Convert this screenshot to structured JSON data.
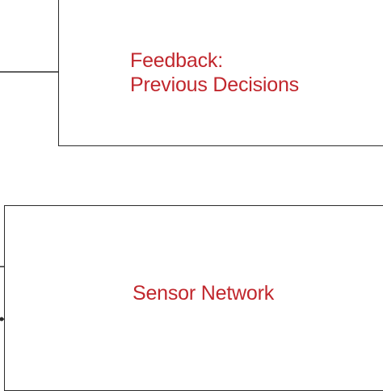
{
  "diagram": {
    "feedback_block": {
      "line1": "Feedback:",
      "line2": "Previous Decisions"
    },
    "sensor_block": {
      "label": "Sensor Network"
    },
    "colors": {
      "label_text": "#c1272d",
      "box_border": "#2b2b2b",
      "connector": "#2b2b2b",
      "background": "#ffffff"
    }
  }
}
